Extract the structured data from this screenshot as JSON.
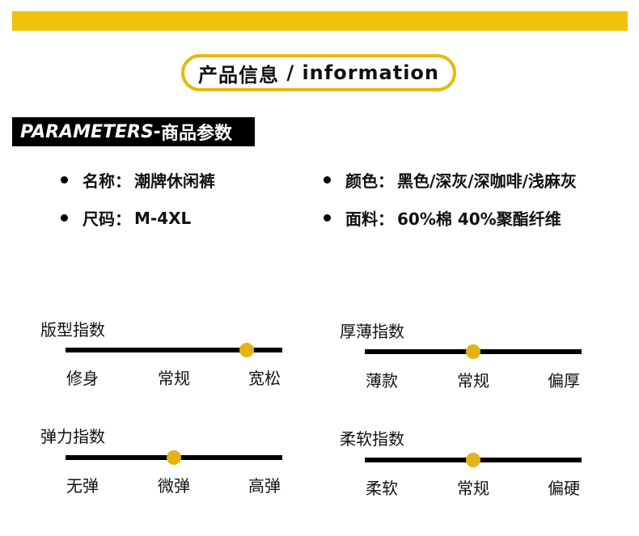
{
  "header": {
    "title_cn": "产品信息",
    "slash": " / ",
    "title_en": "information"
  },
  "parameters": {
    "label_en": "PARAMETERS-",
    "label_cn": "商品参数"
  },
  "specs": [
    {
      "label": "名称",
      "sep": "：",
      "value": "潮牌休闲裤"
    },
    {
      "label": "尺码",
      "sep": "：",
      "value": "M-4XL"
    },
    {
      "label": "颜色",
      "sep": "：",
      "value": "黑色/深灰/深咖啡/浅麻灰"
    },
    {
      "label": "面料",
      "sep": "：",
      "value": "60%棉 40%聚酯纤维"
    }
  ],
  "indices": [
    {
      "title": "版型指数",
      "labels": [
        "修身",
        "常规",
        "宽松"
      ],
      "value": 0.9
    },
    {
      "title": "厚薄指数",
      "labels": [
        "薄款",
        "常规",
        "偏厚"
      ],
      "value": 0.5
    },
    {
      "title": "弹力指数",
      "labels": [
        "无弹",
        "微弹",
        "高弹"
      ],
      "value": 0.5
    },
    {
      "title": "柔软指数",
      "labels": [
        "柔软",
        "常规",
        "偏硬"
      ],
      "value": 0.5
    }
  ],
  "colors": {
    "accent": "#f0c20c",
    "dot": "#e5b316",
    "text": "#111111"
  }
}
